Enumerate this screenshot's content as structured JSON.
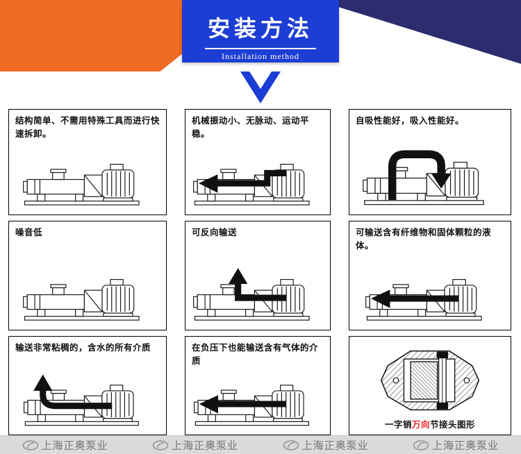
{
  "header": {
    "title": "安装方法",
    "subtitle": "Installation method",
    "colors": {
      "orange": "#f06c24",
      "navy": "#2c2c6e",
      "banner_blue": "#1d3ed4"
    }
  },
  "panels": [
    {
      "caption": "结构简单、不需用特殊工具而进行快速拆卸。",
      "arrow": "none"
    },
    {
      "caption": "机械振动小、无脉动、运动平稳。",
      "arrow": "left-elbow"
    },
    {
      "caption": "自吸性能好，吸入性能好。",
      "arrow": "hook-down"
    },
    {
      "caption": "噪音低",
      "arrow": "none"
    },
    {
      "caption": "可反向输送",
      "arrow": "up-elbow"
    },
    {
      "caption": "可输送含有纤维物和固体颗粒的液体。",
      "arrow": "left"
    },
    {
      "caption": "输送非常粘稠的，含水的所有介质",
      "arrow": "curve-up"
    },
    {
      "caption": "在负压下也能输送含有气体的介质",
      "arrow": "left"
    },
    {
      "caption_parts": {
        "p1": "一字销",
        "red": "万向",
        "p2": "节接头图形"
      },
      "diagram": "universal-joint-cross-section"
    }
  ],
  "footer": {
    "brand": "上海正奥泵业",
    "repeat": 4
  }
}
